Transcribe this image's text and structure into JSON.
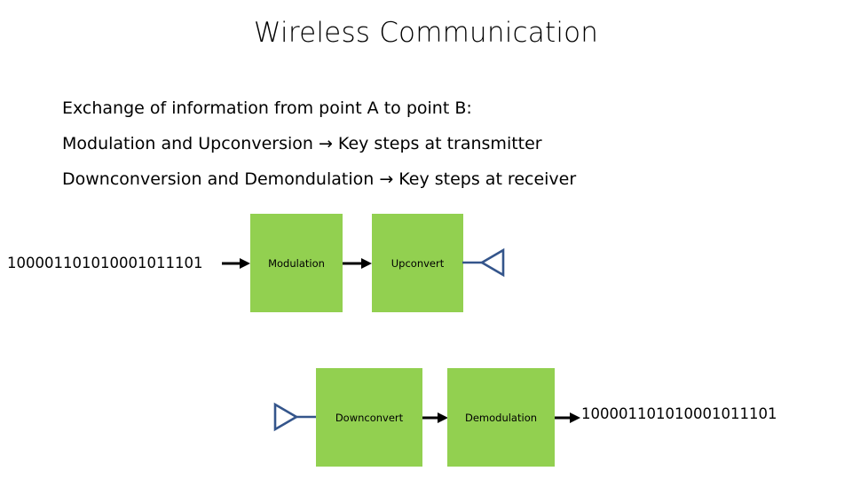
{
  "slide": {
    "title": "Wireless Communication",
    "body_lines": [
      "Exchange of information from point A to point B:",
      "Modulation and Upconversion → Key steps at transmitter",
      "Downconversion and Demondulation → Key steps at receiver"
    ]
  },
  "colors": {
    "box_fill": "#92D050",
    "antenna_stroke": "#34558B",
    "arrow_stroke": "#000000",
    "text": "#000000",
    "background": "#FFFFFF"
  },
  "diagram": {
    "transmitter_chain": {
      "input_bitstream": "100001101010001011101",
      "blocks": [
        {
          "label": "Modulation"
        },
        {
          "label": "Upconvert"
        }
      ],
      "antenna_label": "transmit-antenna"
    },
    "receiver_chain": {
      "output_bitstream": "100001101010001011101",
      "blocks": [
        {
          "label": "Downconvert"
        },
        {
          "label": "Demodulation"
        }
      ],
      "antenna_label": "receive-antenna"
    },
    "icons": {
      "arrow": "right-arrow-icon",
      "antenna": "antenna-triangle-icon"
    }
  }
}
